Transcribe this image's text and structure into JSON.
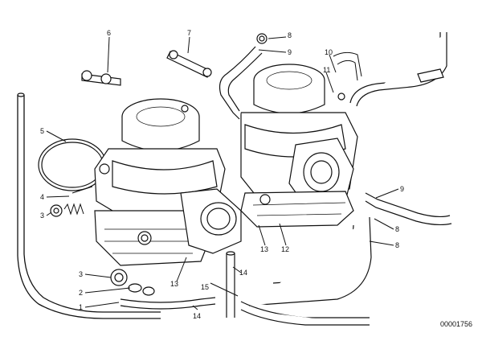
{
  "diagram": {
    "callouts": [
      {
        "id": "c6-top",
        "text": "6"
      },
      {
        "id": "c7-top",
        "text": "7"
      },
      {
        "id": "c8-top",
        "text": "8"
      },
      {
        "id": "c9-top",
        "text": "9"
      },
      {
        "id": "c10-top",
        "text": "10"
      },
      {
        "id": "c11-top",
        "text": "11"
      },
      {
        "id": "c5-left",
        "text": "5"
      },
      {
        "id": "c4-left",
        "text": "4"
      },
      {
        "id": "c3-left",
        "text": "3"
      },
      {
        "id": "c3-low",
        "text": "3"
      },
      {
        "id": "c2-low",
        "text": "2"
      },
      {
        "id": "c1-low",
        "text": "1"
      },
      {
        "id": "c14-low",
        "text": "14"
      },
      {
        "id": "c15-low",
        "text": "15"
      },
      {
        "id": "c14-mid",
        "text": "14"
      },
      {
        "id": "c13-mid",
        "text": "13"
      },
      {
        "id": "c13-a",
        "text": "13"
      },
      {
        "id": "c12-a",
        "text": "12"
      },
      {
        "id": "c9-right",
        "text": "9"
      },
      {
        "id": "c8-right",
        "text": "8"
      },
      {
        "id": "c8-right2",
        "text": "8"
      }
    ],
    "reference_number": "00001756"
  }
}
